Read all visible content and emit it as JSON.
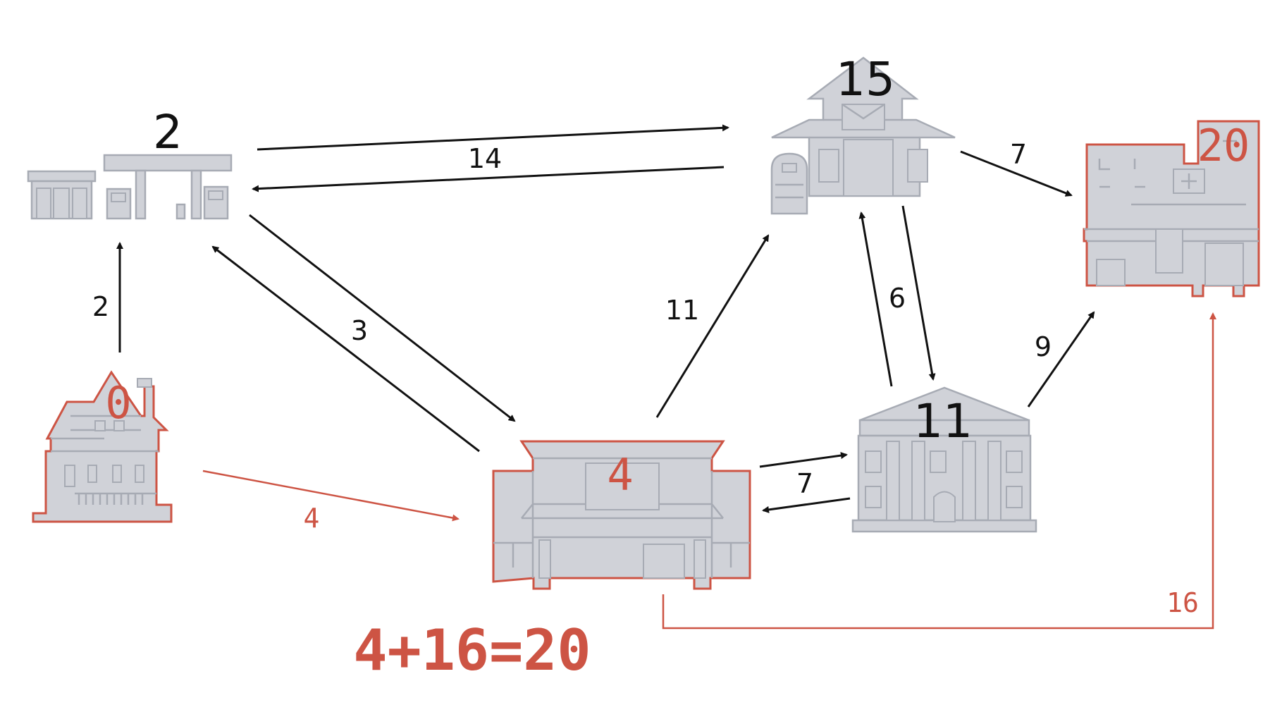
{
  "nodes": [
    {
      "id": "house",
      "icon": "house-icon",
      "distance": "0",
      "highlighted": true
    },
    {
      "id": "gas_station",
      "icon": "gas-station-icon",
      "distance": "2",
      "highlighted": false
    },
    {
      "id": "mall",
      "icon": "mall-icon",
      "distance": "4",
      "highlighted": true
    },
    {
      "id": "post_office",
      "icon": "post-office-icon",
      "distance": "15",
      "highlighted": false
    },
    {
      "id": "bank",
      "icon": "bank-icon",
      "distance": "11",
      "highlighted": false
    },
    {
      "id": "hospital",
      "icon": "hospital-icon",
      "distance": "20",
      "highlighted": true
    }
  ],
  "edges": [
    {
      "from": "house",
      "to": "gas_station",
      "weight": "2",
      "highlighted": false
    },
    {
      "from": "house",
      "to": "mall",
      "weight": "4",
      "highlighted": true
    },
    {
      "from": "gas_station",
      "to": "post_office",
      "weight": "14",
      "highlighted": false
    },
    {
      "from": "post_office",
      "to": "gas_station",
      "weight": "",
      "highlighted": false
    },
    {
      "from": "gas_station",
      "to": "mall",
      "weight": "3",
      "highlighted": false
    },
    {
      "from": "mall",
      "to": "gas_station",
      "weight": "",
      "highlighted": false
    },
    {
      "from": "mall",
      "to": "post_office",
      "weight": "11",
      "highlighted": false
    },
    {
      "from": "mall",
      "to": "bank",
      "weight": "7",
      "highlighted": false
    },
    {
      "from": "bank",
      "to": "mall",
      "weight": "",
      "highlighted": false
    },
    {
      "from": "bank",
      "to": "post_office",
      "weight": "6",
      "highlighted": false
    },
    {
      "from": "post_office",
      "to": "bank",
      "weight": "",
      "highlighted": false
    },
    {
      "from": "post_office",
      "to": "hospital",
      "weight": "7",
      "highlighted": false
    },
    {
      "from": "bank",
      "to": "hospital",
      "weight": "9",
      "highlighted": false
    },
    {
      "from": "mall",
      "to": "hospital",
      "weight": "16",
      "highlighted": true
    }
  ],
  "result": "4+16=20",
  "colors": {
    "highlight": "#cd5444",
    "building": "#d0d2d8",
    "outline": "#a7abb4",
    "ink": "#111111"
  }
}
